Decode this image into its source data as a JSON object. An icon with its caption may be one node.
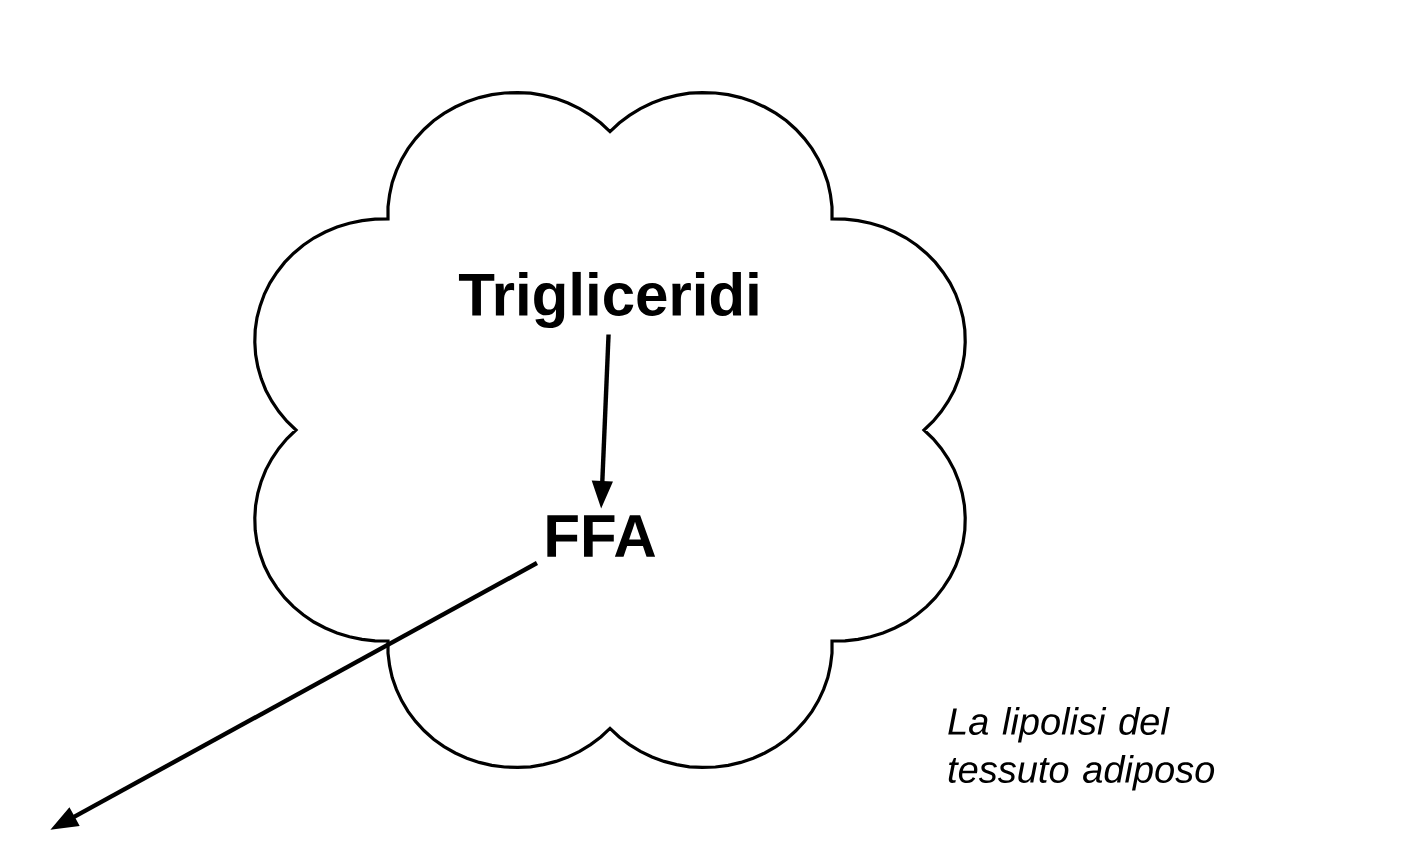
{
  "diagram": {
    "nodes": [
      {
        "text": [],
        "shape": "cloud",
        "beside": [
          "La lipolisi del tessuto adiposo"
        ]
      },
      {
        "text": [
          "Trigliceridi"
        ],
        "in": 0
      },
      {
        "text": [
          "FFA"
        ],
        "in": 0
      }
    ],
    "edges": [
      {
        "from": 1,
        "to": 2,
        "arrow": "to"
      },
      {
        "from": 2,
        "to": null,
        "arrow": "to"
      }
    ]
  }
}
